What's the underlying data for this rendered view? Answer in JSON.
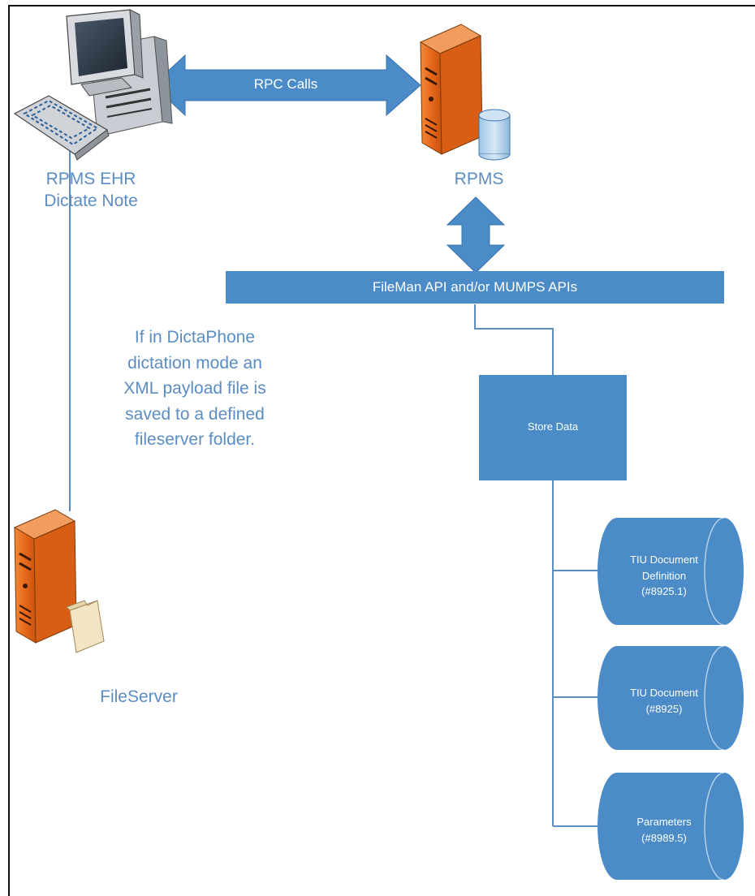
{
  "nodes": {
    "workstation": {
      "line1": "RPMS EHR",
      "line2": "Dictate Note"
    },
    "rpms": {
      "label": "RPMS"
    },
    "fileserver": {
      "label": "FileServer"
    }
  },
  "edges": {
    "rpc": {
      "label": "RPC Calls"
    }
  },
  "api_bar": {
    "label": "FileMan API and/or MUMPS APIs"
  },
  "store": {
    "label": "Store Data"
  },
  "note": {
    "lines": [
      "If in DictaPhone",
      "dictation mode an",
      "XML payload file is",
      "saved to a defined",
      "fileserver folder."
    ]
  },
  "databases": [
    {
      "lines": [
        "TIU Document",
        "Definition",
        "(#8925.1)"
      ]
    },
    {
      "lines": [
        "TIU Document",
        "(#8925)"
      ]
    },
    {
      "lines": [
        "Parameters",
        "(#8989.5)"
      ]
    }
  ],
  "colors": {
    "blue": "#4a8bc8",
    "blue_dark": "#3a74ad",
    "label_blue": "#5b8dc2",
    "orange": "#e86a1c",
    "line": "#5b8dc2"
  }
}
